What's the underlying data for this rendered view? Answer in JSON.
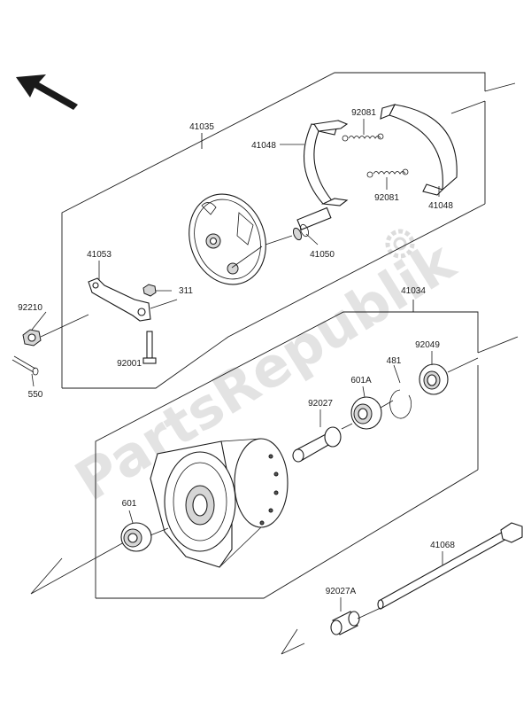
{
  "watermark": "PartsRepublik",
  "labels": {
    "p41035": "41035",
    "p92081_top": "92081",
    "p41048_left": "41048",
    "p92081_bottom": "92081",
    "p41048_right": "41048",
    "p41053": "41053",
    "p41050": "41050",
    "p311": "311",
    "p92210": "92210",
    "p41034": "41034",
    "p92049": "92049",
    "p481": "481",
    "p601A": "601A",
    "p92001": "92001",
    "p550": "550",
    "p92027": "92027",
    "p601": "601",
    "p41068": "41068",
    "p92027A": "92027A"
  }
}
